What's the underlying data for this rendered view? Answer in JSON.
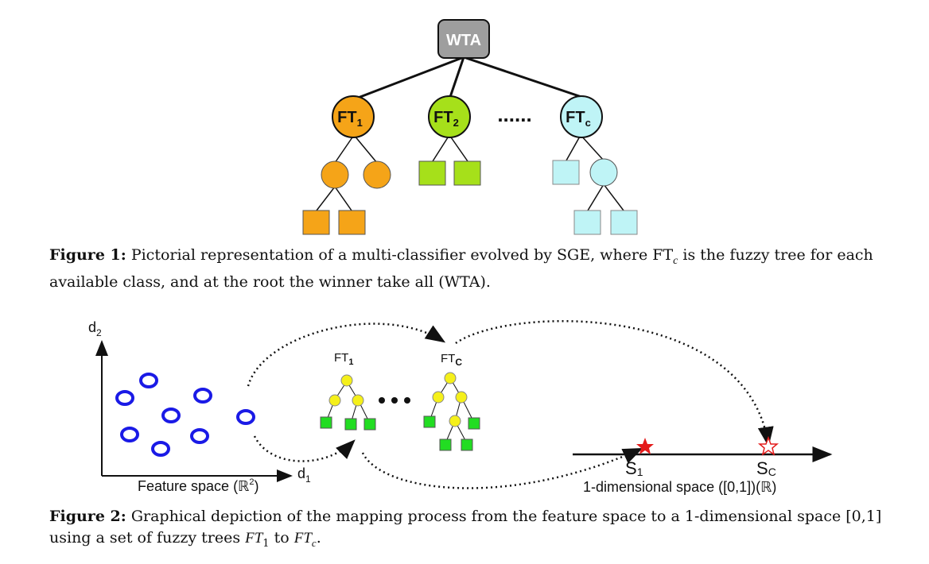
{
  "figure1": {
    "root_label": "WTA",
    "tree_labels": {
      "ft1_base": "FT",
      "ft1_sub": "1",
      "ft2_base": "FT",
      "ft2_sub": "2",
      "ftc_base": "FT",
      "ftc_sub": "c"
    },
    "ellipsis": "......",
    "caption_label": "Figure 1:",
    "caption_text_a": "Pictorial representation of a multi-classifier evolved by SGE, where FT",
    "caption_text_sub": "c",
    "caption_text_b": " is the fuzzy tree for each available class, and at the root the winner take all (WTA).",
    "colors": {
      "root": "#9e9e9e",
      "ft1": "#f5a418",
      "ft2": "#a6e01a",
      "ftc": "#bff4f6"
    }
  },
  "figure2": {
    "axis_y_label": "d",
    "axis_y_sub": "2",
    "axis_x_label": "d",
    "axis_x_sub": "1",
    "feature_space_label": "Feature space (ℝ",
    "feature_space_sup": "2",
    "feature_space_close": ")",
    "ft1_label": "FT",
    "ft1_sub": "1",
    "ftc_label": "FT",
    "ftc_sub": "C",
    "s1_label": "S",
    "s1_sub": "1",
    "sc_label": "S",
    "sc_sub": "C",
    "space_label": "1-dimensional space ([0,1])(ℝ)",
    "caption_label": "Figure 2:",
    "caption_text_a": "Graphical depiction of the mapping process from the feature space to a 1-dimensional space [0,1] using a set of fuzzy trees ",
    "caption_math_a": "FT",
    "caption_math_a_sub": "1",
    "caption_text_mid": " to ",
    "caption_math_b": "FT",
    "caption_math_b_sub": "c",
    "caption_text_end": ".",
    "colors": {
      "points": "#1a1ae6",
      "node": "#f5f01a",
      "leaf": "#22dd22",
      "star": "#e41b1b"
    }
  }
}
